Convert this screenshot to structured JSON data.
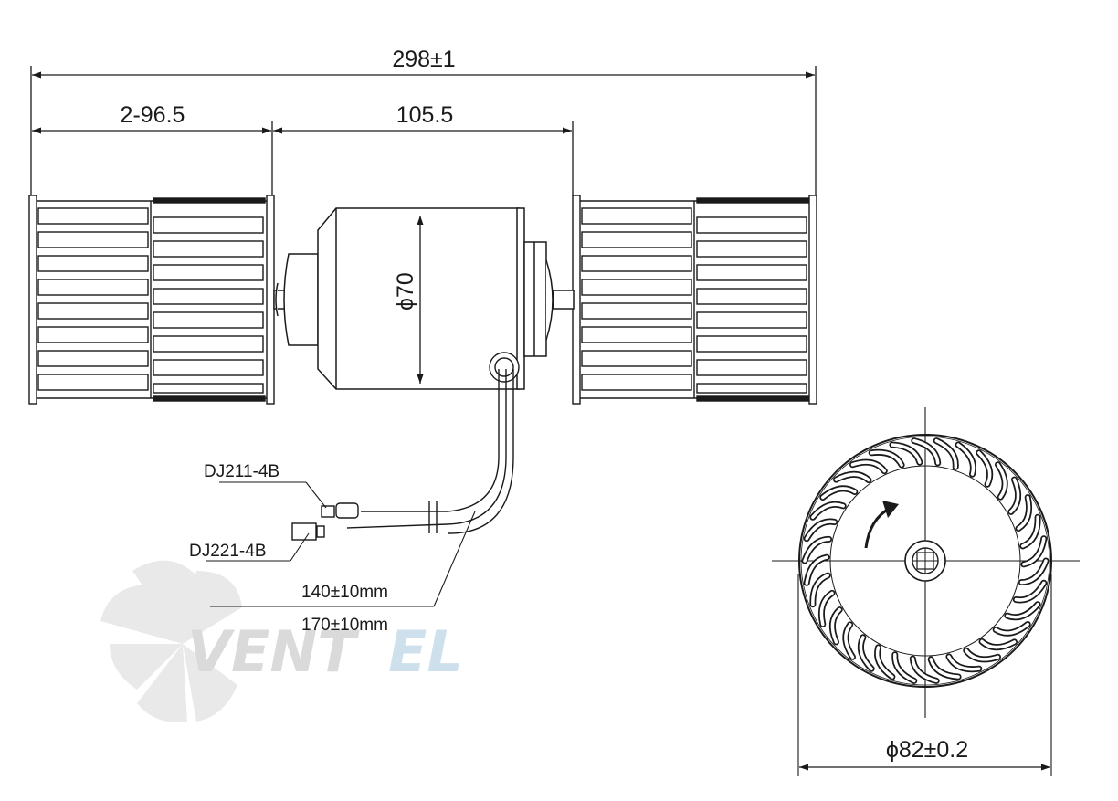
{
  "dimensions": {
    "overall_length": "298±1",
    "wheel_width": "2-96.5",
    "motor_span": "105.5",
    "motor_diameter": "ϕ70",
    "wheel_diameter": "ϕ82±0.2"
  },
  "connectors": {
    "connector_a": "DJ211-4B",
    "connector_b": "DJ221-4B"
  },
  "cable_lengths": {
    "short": "140±10mm",
    "long": "170±10mm"
  },
  "watermark": {
    "part1": "VENT",
    "part2": "EL",
    "color_part1": "#bcbcbc",
    "color_part2": "#a8c8e0"
  },
  "colors": {
    "line": "#1a1a1a"
  }
}
